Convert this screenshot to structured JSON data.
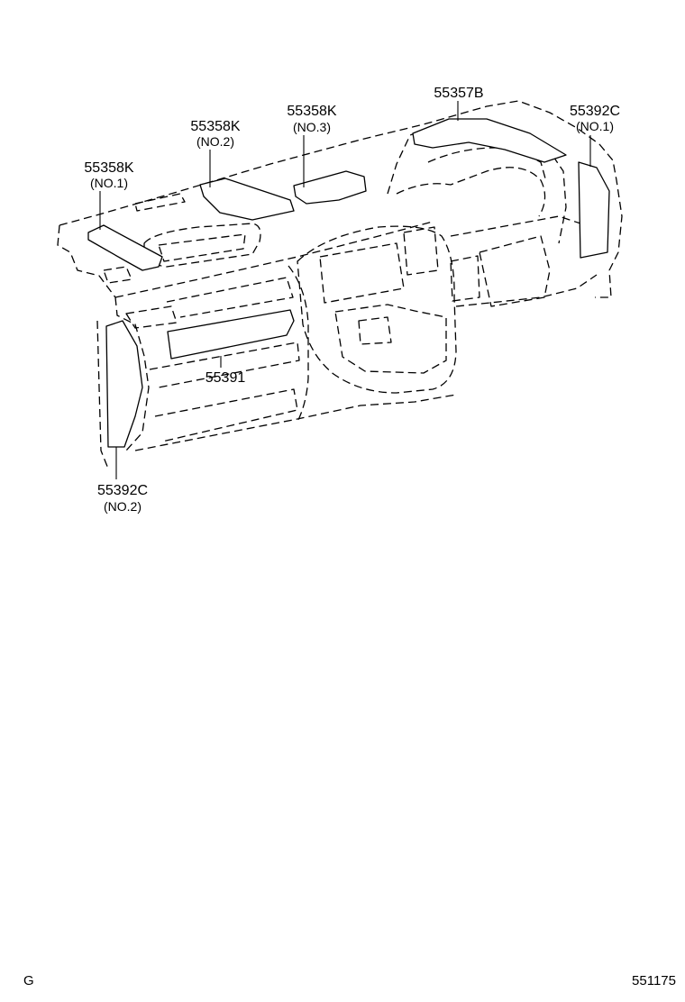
{
  "colors": {
    "line": "#000000",
    "background": "#ffffff"
  },
  "callouts": [
    {
      "part": "55358K",
      "note": "(NO.1)"
    },
    {
      "part": "55358K",
      "note": "(NO.2)"
    },
    {
      "part": "55358K",
      "note": "(NO.3)"
    },
    {
      "part": "55357B",
      "note": ""
    },
    {
      "part": "55392C",
      "note": "(NO.1)"
    },
    {
      "part": "55391",
      "note": ""
    },
    {
      "part": "55392C",
      "note": "(NO.2)"
    }
  ],
  "footer": {
    "left": "G",
    "right": "551175"
  }
}
